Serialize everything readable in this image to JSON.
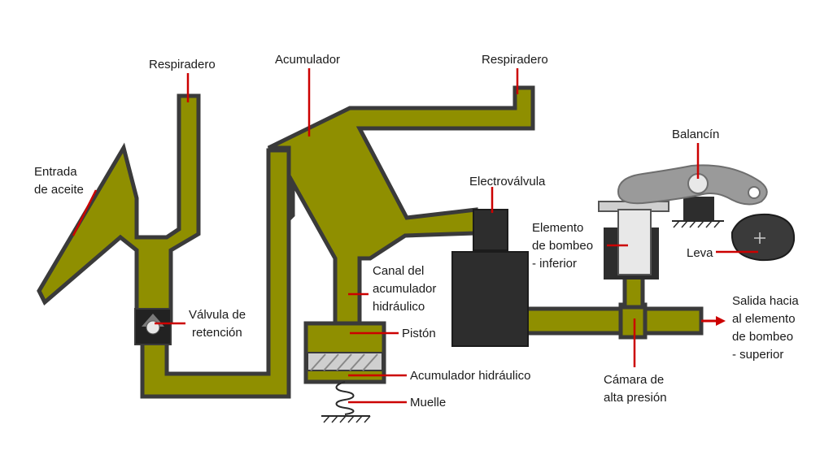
{
  "colors": {
    "oil": "#8f8f00",
    "wall": "#3a3a3a",
    "leader": "#cc0000",
    "device": "#2d2d2d",
    "metal": "#9a9a9a"
  },
  "labels": {
    "respiradero_left": "Respiradero",
    "acumulador": "Acumulador",
    "respiradero_right": "Respiradero",
    "entrada_1": "Entrada",
    "entrada_2": "de aceite",
    "electrovalvula": "Electroválvula",
    "balancin": "Balancín",
    "elemento_1": "Elemento",
    "elemento_2": "de bombeo",
    "elemento_3": "- inferior",
    "leva": "Leva",
    "canal_1": "Canal del",
    "canal_2": "acumulador",
    "canal_3": "hidráulico",
    "valvula_1": "Válvula de",
    "valvula_2": "retención",
    "piston": "Pistón",
    "acum_hidraulico": "Acumulador hidráulico",
    "muelle": "Muelle",
    "camara_1": "Cámara de",
    "camara_2": "alta presión",
    "salida_1": "Salida hacia",
    "salida_2": "al elemento",
    "salida_3": "de bombeo",
    "salida_4": "- superior"
  }
}
